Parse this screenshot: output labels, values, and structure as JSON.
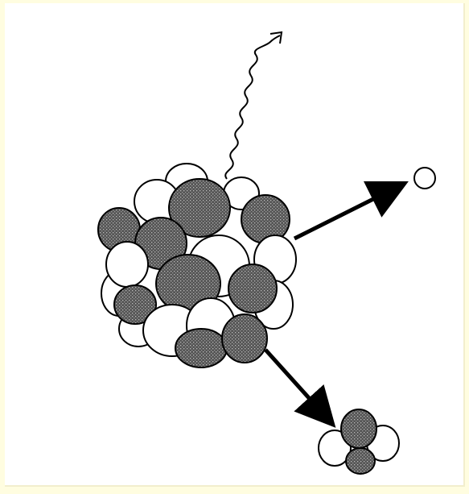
{
  "figure": {
    "subject": "nucleus-decay",
    "emissions": [
      "gamma-ray",
      "proton",
      "alpha-particle"
    ],
    "colors": {
      "page_background": "#fffde0",
      "panel_background": "#ffffff",
      "nucleon_dark": "#3a3a3a",
      "nucleon_light": "#ffffff",
      "ink": "#000000"
    }
  }
}
